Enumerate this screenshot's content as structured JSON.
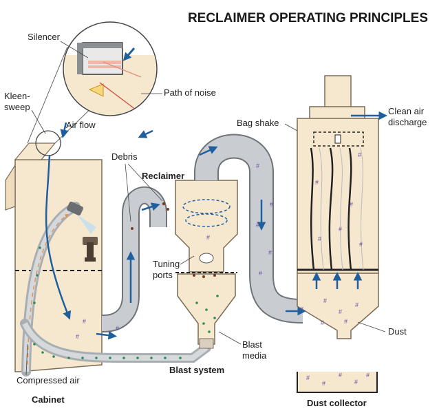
{
  "title": "RECLAIMER OPERATING PRINCIPLES",
  "labels": {
    "silencer": "Silencer",
    "path_of_noise": "Path of noise",
    "kleen": "Kleen-",
    "sweep": "sweep",
    "air_flow": "Air flow",
    "debris": "Debris",
    "reclaimer": "Reclaimer",
    "tuning": "Tuning",
    "ports": "ports",
    "compressed_air": "Compressed air",
    "cabinet": "Cabinet",
    "blast_system": "Blast system",
    "blast": "Blast",
    "media": "media",
    "bag_shake": "Bag shake",
    "clean_air": "Clean air",
    "discharge": "discharge",
    "dust": "Dust",
    "dust_collector": "Dust collector"
  },
  "colors": {
    "cabinet_fill": "#f6e7cf",
    "cabinet_stroke": "#7a6a55",
    "duct_fill": "#c9ccd0",
    "duct_stroke": "#6e7378",
    "arrow_blue": "#1f5f9e",
    "media_green": "#2e8b57",
    "dust_purple": "#6a4fa0",
    "debris_brown": "#7a3b1e"
  }
}
